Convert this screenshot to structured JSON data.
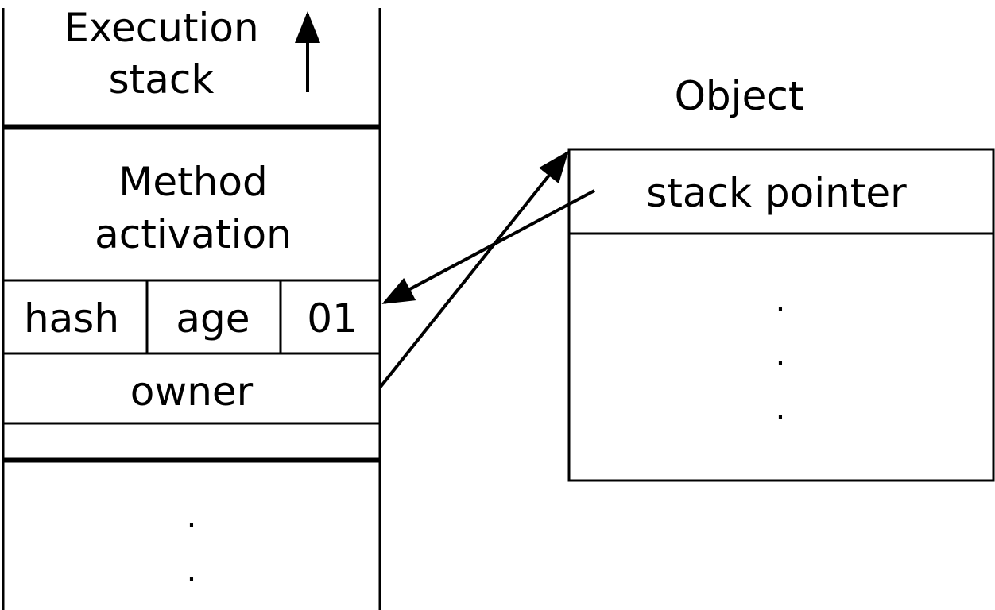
{
  "stack": {
    "title_line1": "Execution",
    "title_line2": "stack",
    "method_line1": "Method",
    "method_line2": "activation",
    "cells": {
      "hash": "hash",
      "age": "age",
      "lock_bits": "01"
    },
    "owner": "owner",
    "continuation_dots": [
      ".",
      "."
    ]
  },
  "object": {
    "title": "Object",
    "field": "stack pointer",
    "continuation_dots": [
      ".",
      ".",
      "."
    ]
  },
  "colors": {
    "stroke": "#000000",
    "background": "#ffffff"
  }
}
